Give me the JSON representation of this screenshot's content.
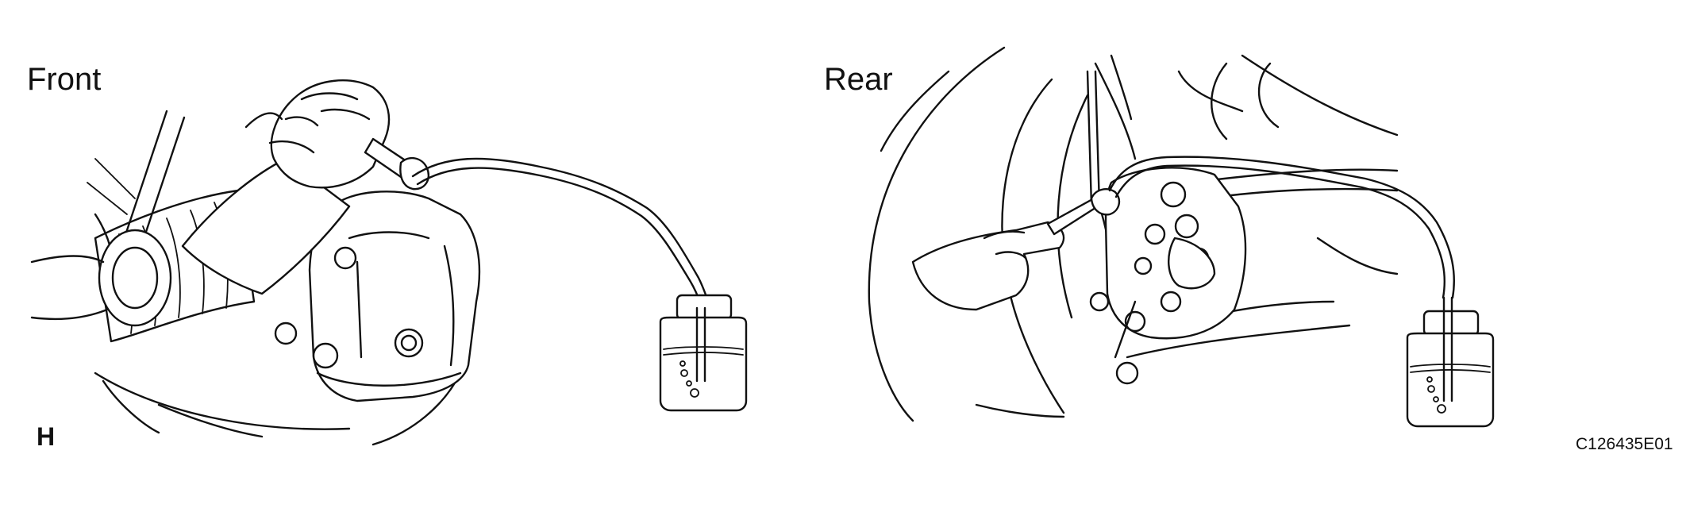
{
  "labels": {
    "front": "Front",
    "rear": "Rear",
    "corner_code": "H",
    "figure_code": "C126435E01"
  },
  "icons": {
    "front_panel": "brake-caliper-bleeding-illustration",
    "rear_panel": "brake-caliper-bleeding-illustration",
    "bottle": "fluid-catch-bottle-icon",
    "wrench": "wrench-icon",
    "hand": "hand-icon"
  },
  "colors": {
    "line": "#111111",
    "background": "#ffffff"
  }
}
